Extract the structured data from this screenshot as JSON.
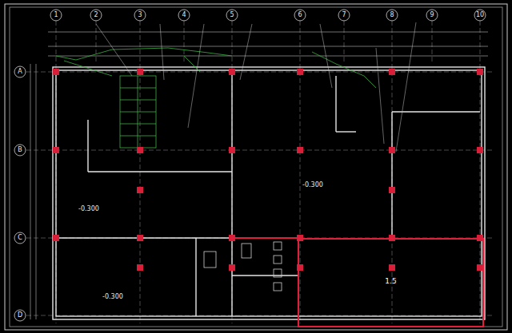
{
  "diagram": {
    "nodes": [
      {
        "text": [
          "1.5"
        ]
      }
    ],
    "labels": [
      "1",
      "2",
      "3",
      "4",
      "5",
      "6",
      "7",
      "8",
      "9",
      "10",
      "A",
      "B",
      "C",
      "D",
      "-0.300",
      "-0.300",
      "-0.300"
    ]
  }
}
